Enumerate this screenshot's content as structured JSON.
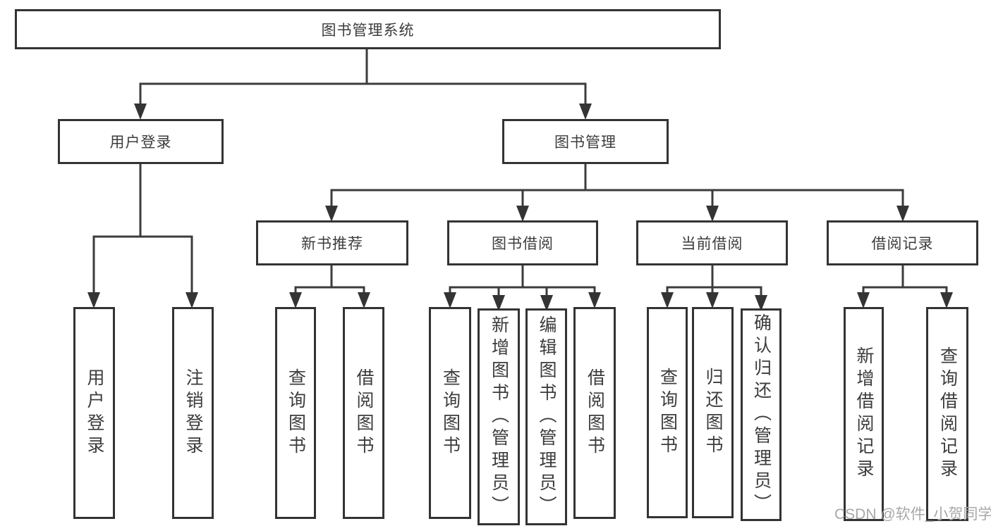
{
  "diagram": {
    "title_note": "functional structure tree",
    "root": {
      "label": "图书管理系统"
    },
    "level2": [
      {
        "label": "用户登录"
      },
      {
        "label": "图书管理"
      }
    ],
    "level3": [
      {
        "label": "新书推荐"
      },
      {
        "label": "图书借阅"
      },
      {
        "label": "当前借阅"
      },
      {
        "label": "借阅记录"
      }
    ],
    "leaves": {
      "user_login": [
        "用户登录",
        "注销登录"
      ],
      "new_book_recommend": [
        "查询图书",
        "借阅图书"
      ],
      "book_borrow": [
        "查询图书",
        "新增图书（管理员）",
        "编辑图书（管理员）",
        "借阅图书"
      ],
      "current_borrow": [
        "查询图书",
        "归还图书",
        "确认归还（管理员）"
      ],
      "borrow_records": [
        "新增借阅记录",
        "查询借阅记录"
      ]
    }
  },
  "watermark": {
    "text": "CSDN @软件_小贺同学"
  },
  "colors": {
    "border": "#333333",
    "line": "#3c3c3c",
    "text": "#3c3c3c",
    "watermark": "#a8a8a8",
    "background": "#ffffff"
  }
}
